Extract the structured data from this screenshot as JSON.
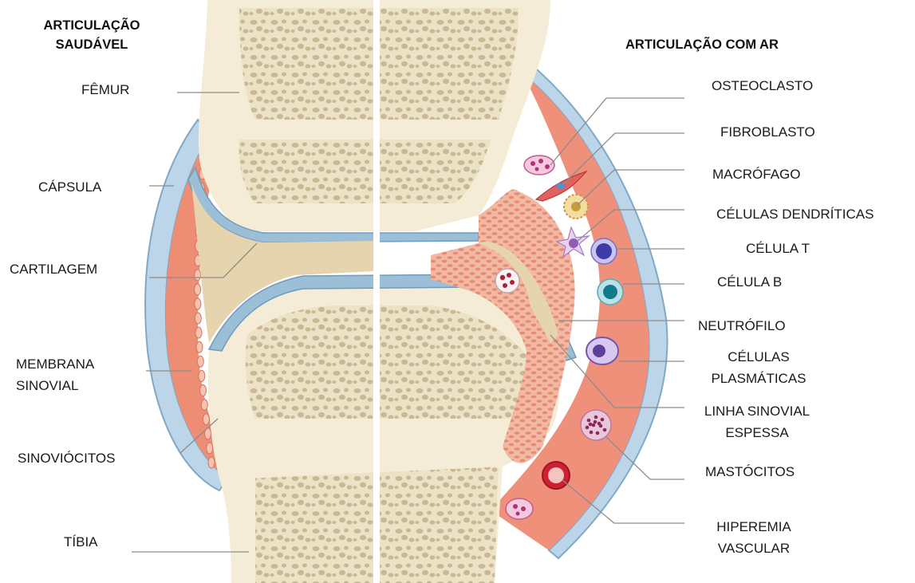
{
  "titles": {
    "healthy_line1": "ARTICULAÇÃO",
    "healthy_line2": "SAUDÁVEL",
    "ra": "ARTICULAÇÃO COM AR"
  },
  "left_labels": {
    "femur": "FÊMUR",
    "capsule": "CÁPSULA",
    "cartilage": "CARTILAGEM",
    "membrane_line1": "MEMBRANA",
    "membrane_line2": "SINOVIAL",
    "synoviocytes": "SINOVIÓCITOS",
    "tibia": "TÍBIA"
  },
  "right_labels": {
    "osteoclast": "OSTEOCLASTO",
    "fibroblast": "FIBROBLASTO",
    "macrophage": "MACRÓFAGO",
    "dendritic": "CÉLULAS DENDRÍTICAS",
    "t_cell": "CÉLULA T",
    "b_cell": "CÉLULA B",
    "neutrophil": "NEUTRÓFILO",
    "plasma_line1": "CÉLULAS",
    "plasma_line2": "PLASMÁTICAS",
    "synovial_line1": "LINHA SINOVIAL",
    "synovial_line2": "ESPESSA",
    "mast": "MASTÓCITOS",
    "hyperemia_line1": "HIPEREMIA",
    "hyperemia_line2": "VASCULAR"
  },
  "colors": {
    "bone_cortex": "#f4ecd6",
    "bone_spongy": "#e8dcbf",
    "bone_pores": "#c7b793",
    "cartilage": "#9cbfd8",
    "capsule": "#b8d2e6",
    "synovial_membrane": "#ec8a72",
    "synovial_fluid": "#e6d4ae",
    "pannus": "#f2b4a0",
    "divider": "#ffffff",
    "leader_line": "#8c8c8c"
  }
}
